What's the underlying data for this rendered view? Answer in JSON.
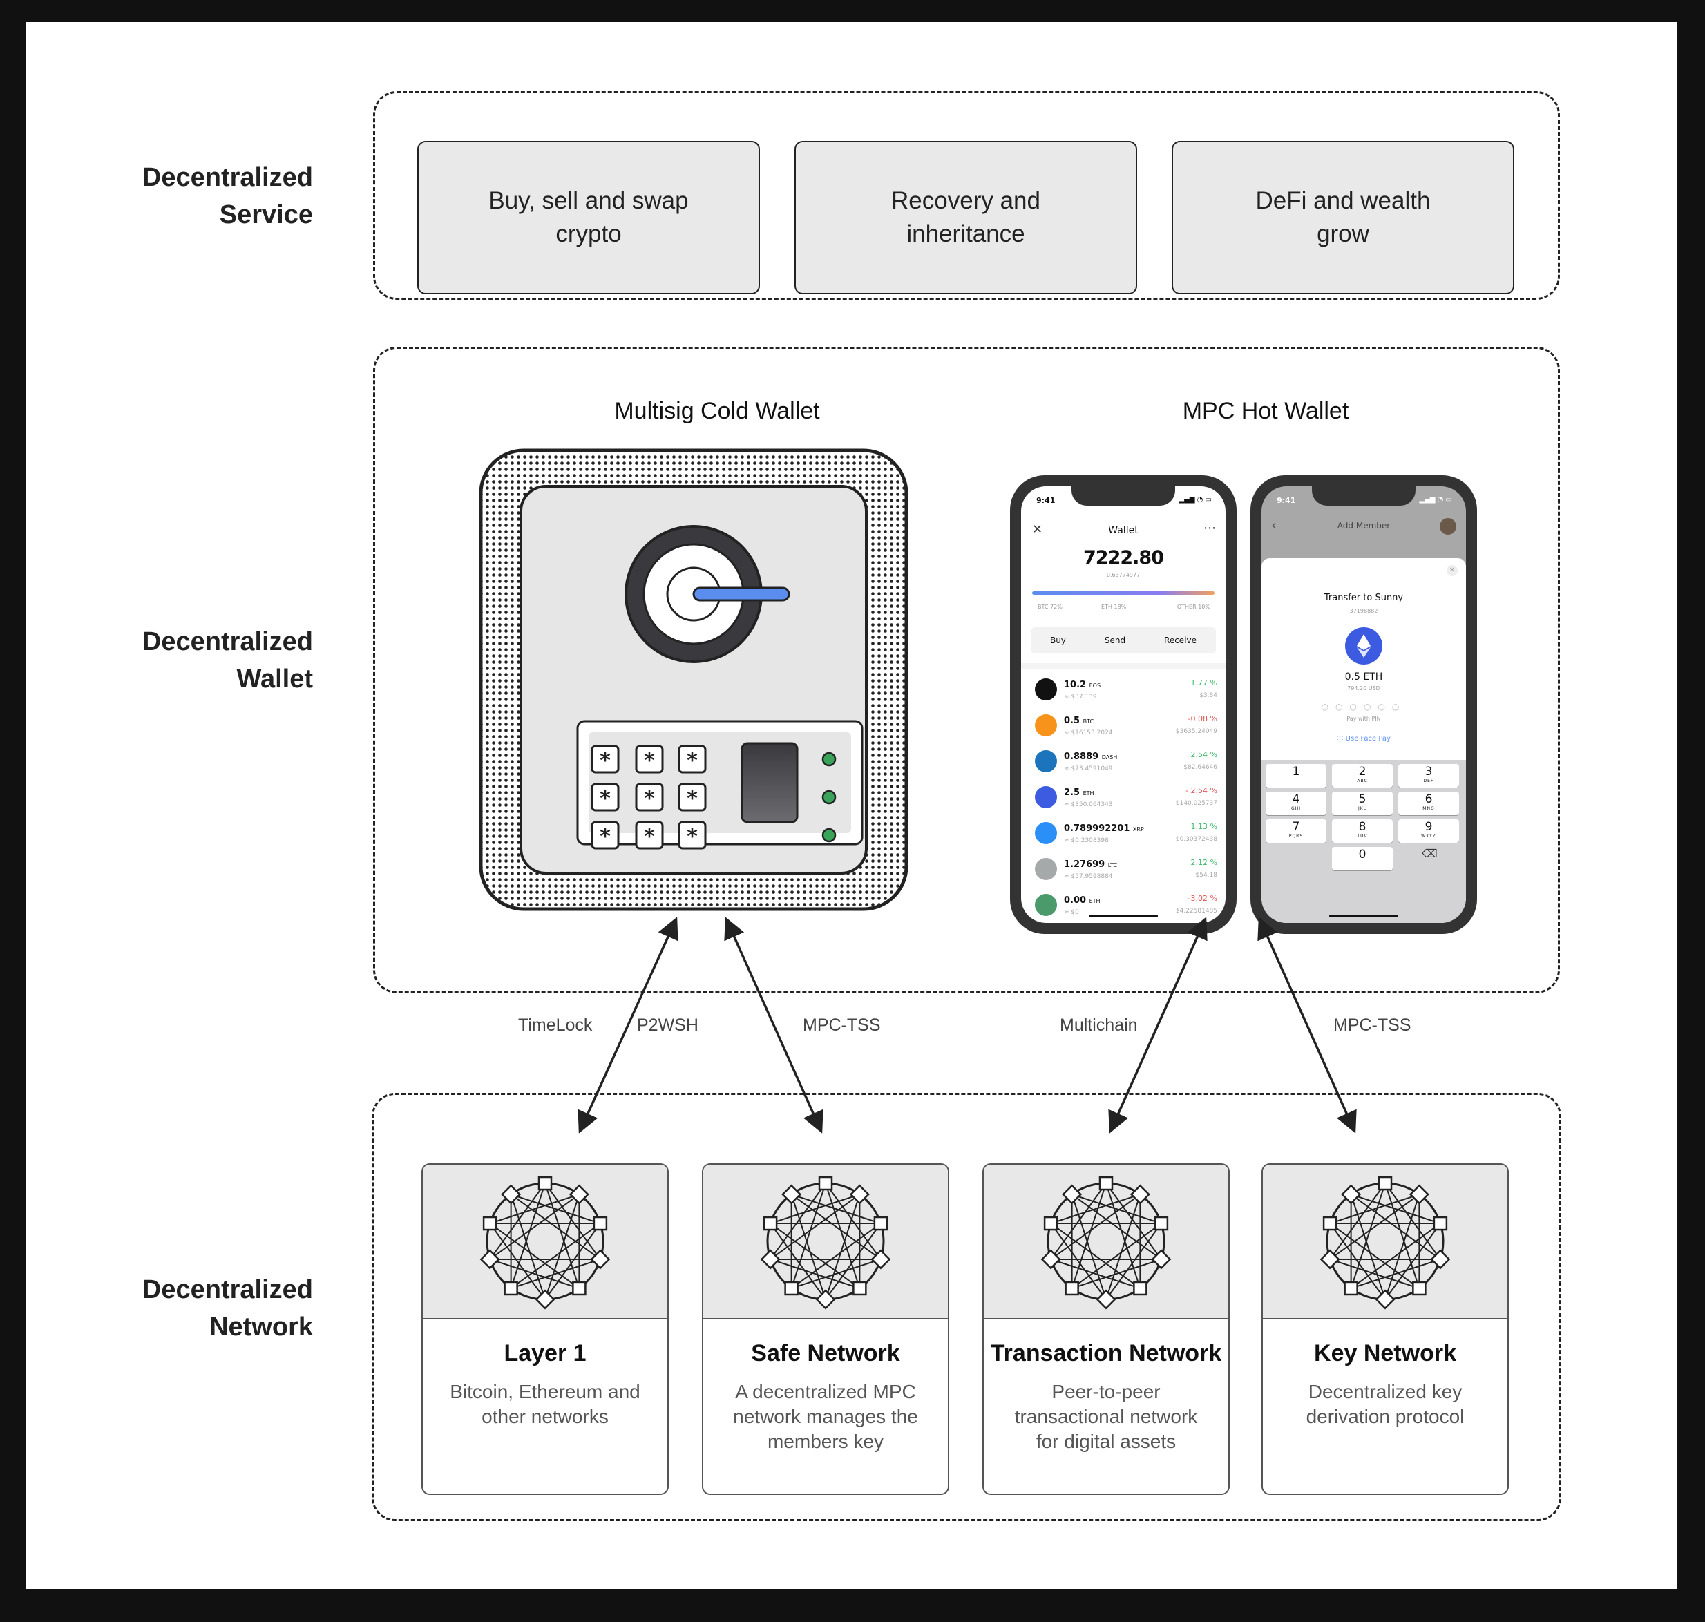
{
  "rows": {
    "service": [
      "Decentralized",
      "Service"
    ],
    "wallet": [
      "Decentralized",
      "Wallet"
    ],
    "network": [
      "Decentralized",
      "Network"
    ]
  },
  "services": [
    {
      "line1": "Buy, sell and swap",
      "line2": "crypto"
    },
    {
      "line1": "Recovery and",
      "line2": "inheritance"
    },
    {
      "line1": "DeFi and wealth",
      "line2": "grow"
    }
  ],
  "wallets": {
    "cold": "Multisig Cold Wallet",
    "hot": "MPC Hot Wallet"
  },
  "edge_labels": {
    "timelock": "TimeLock",
    "p2wsh": "P2WSH",
    "mpc_tss_1": "MPC-TSS",
    "multichain": "Multichain",
    "mpc_tss_2": "MPC-TSS"
  },
  "networks": [
    {
      "title": "Layer 1",
      "desc": [
        "Bitcoin, Ethereum and",
        "other networks"
      ]
    },
    {
      "title": "Safe Network",
      "desc": [
        "A decentralized MPC",
        "network manages the",
        "members key"
      ]
    },
    {
      "title": "Transaction Network",
      "desc": [
        "Peer-to-peer",
        "transactional network",
        "for digital assets"
      ]
    },
    {
      "title": "Key Network",
      "desc": [
        "Decentralized key",
        "derivation protocol"
      ]
    }
  ],
  "phone1": {
    "time": "9:41",
    "title": "Wallet",
    "balance": "7222.80",
    "sub": "0.63774977",
    "alloc": [
      "BTC 72%",
      "ETH 18%",
      "OTHER 10%"
    ],
    "actions": [
      "Buy",
      "Send",
      "Receive"
    ],
    "coins": [
      {
        "amount": "10.2",
        "sym": "EOS",
        "sub": "≈ $37.139",
        "pct": "1.77 %",
        "usd": "$3.84",
        "color": "#111111",
        "up": true
      },
      {
        "amount": "0.5",
        "sym": "BTC",
        "sub": "≈ $16153.2024",
        "pct": "-0.08 %",
        "usd": "$3635.24049",
        "color": "#f7931a",
        "up": false
      },
      {
        "amount": "0.8889",
        "sym": "DASH",
        "sub": "≈ $73.4591049",
        "pct": "2.54 %",
        "usd": "$82.64646",
        "color": "#1c75bc",
        "up": true
      },
      {
        "amount": "2.5",
        "sym": "ETH",
        "sub": "≈ $350.064343",
        "pct": "- 2.54 %",
        "usd": "$140.025737",
        "color": "#3d5be0",
        "up": false
      },
      {
        "amount": "0.789992201",
        "sym": "XRP",
        "sub": "≈ $0.2308398",
        "pct": "1.13 %",
        "usd": "$0.30372438",
        "color": "#2a8ff7",
        "up": true
      },
      {
        "amount": "1.27699",
        "sym": "LTC",
        "sub": "≈ $57.9598884",
        "pct": "2.12 %",
        "usd": "$54.18",
        "color": "#a6a9aa",
        "up": true
      },
      {
        "amount": "0.00",
        "sym": "ETH",
        "sub": "≈ $0",
        "pct": "-3.02 %",
        "usd": "$4.22581485",
        "color": "#4a9a6b",
        "up": false
      }
    ]
  },
  "phone2": {
    "time": "9:41",
    "header": "Add Member",
    "title": "Transfer to Sunny",
    "id": "37198882",
    "amount": "0.5 ETH",
    "usd": "794.20 USD",
    "pin_hint": "Pay with PIN",
    "face_pay": "Use Face Pay",
    "keys": [
      {
        "n": "1",
        "l": ""
      },
      {
        "n": "2",
        "l": "ABC"
      },
      {
        "n": "3",
        "l": "DEF"
      },
      {
        "n": "4",
        "l": "GHI"
      },
      {
        "n": "5",
        "l": "JKL"
      },
      {
        "n": "6",
        "l": "MNO"
      },
      {
        "n": "7",
        "l": "PQRS"
      },
      {
        "n": "8",
        "l": "TUV"
      },
      {
        "n": "9",
        "l": "WXYZ"
      },
      {
        "n": "0",
        "l": ""
      }
    ]
  },
  "colors": {
    "up": "#3dbb6b",
    "down": "#e05555",
    "accent": "#5b8def",
    "led": "#3aa35a"
  }
}
